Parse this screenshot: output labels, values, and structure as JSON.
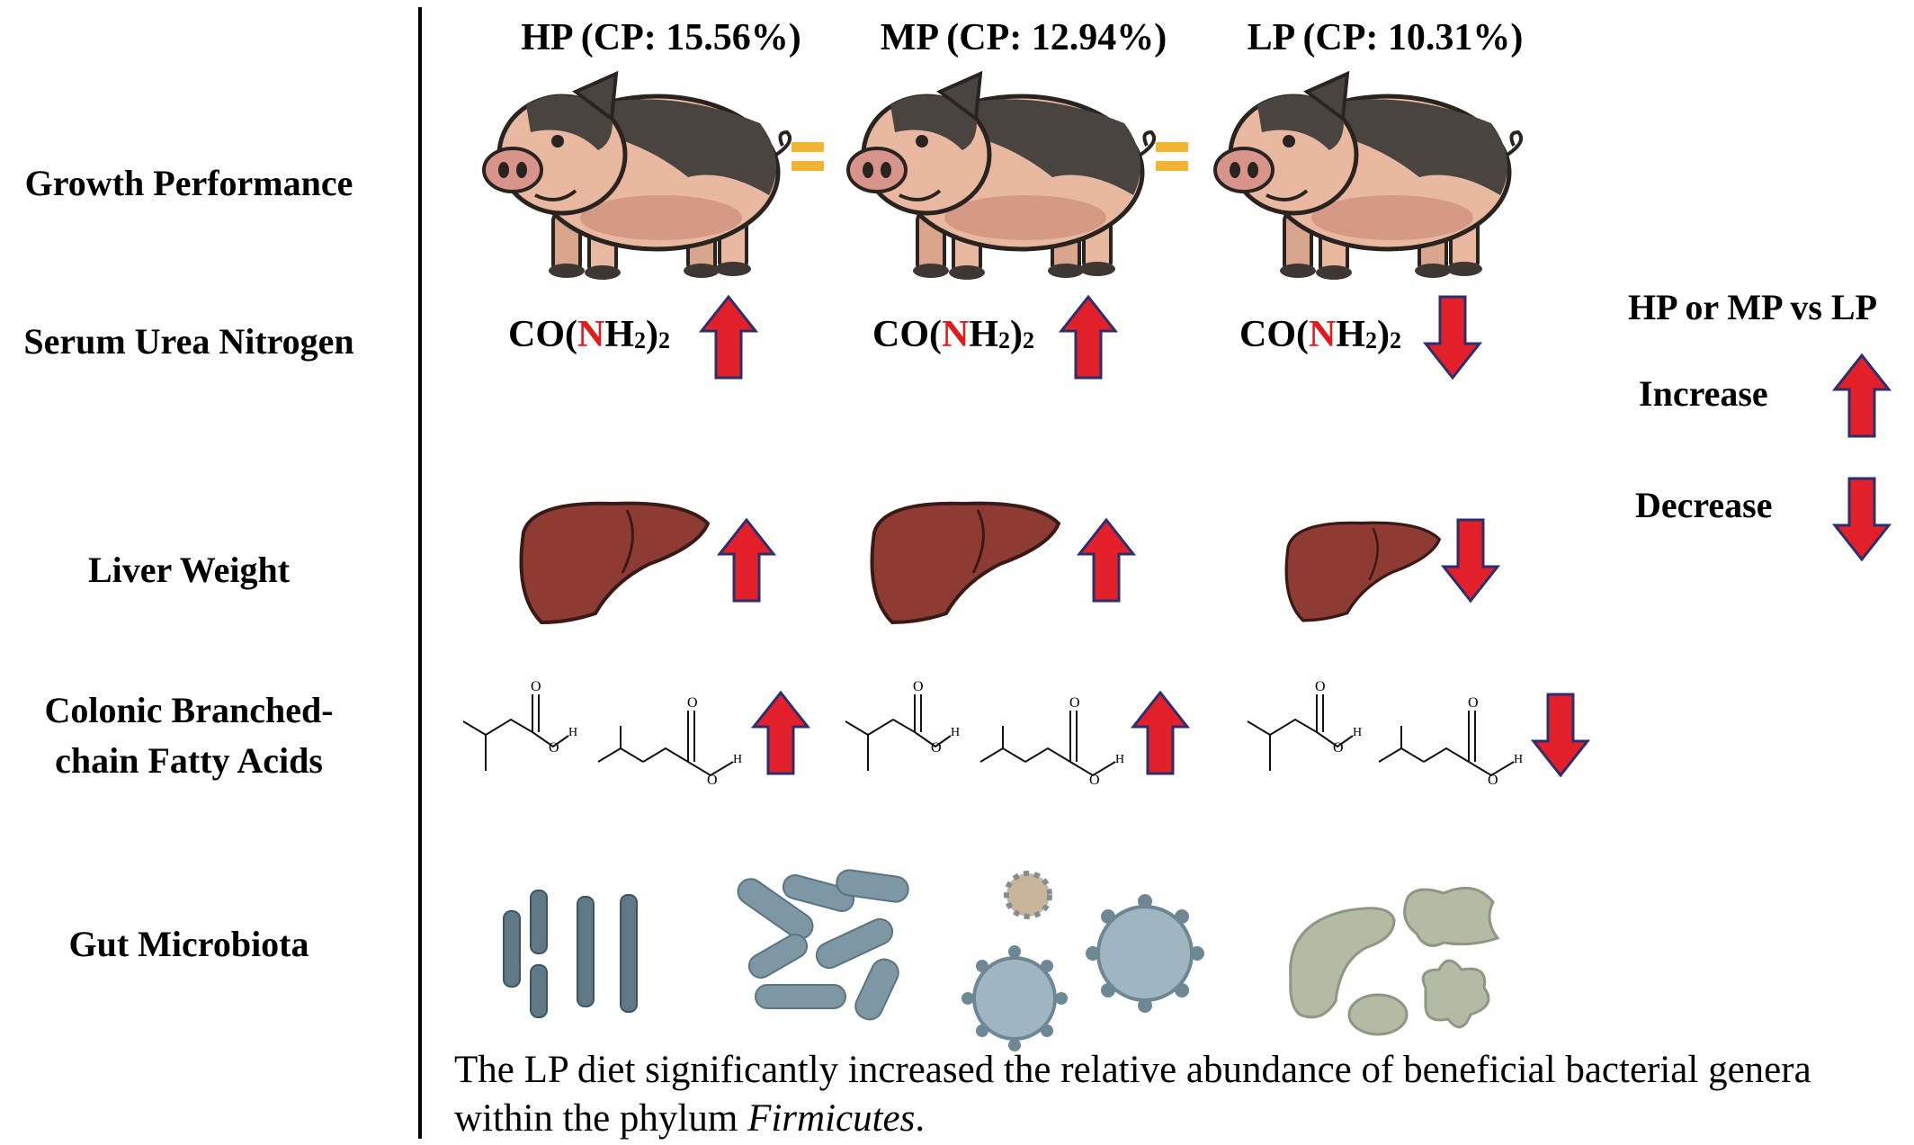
{
  "columns": [
    {
      "label": "HP (CP: 15.56%)"
    },
    {
      "label": "MP (CP: 12.94%)"
    },
    {
      "label": "LP (CP: 10.31%)"
    }
  ],
  "equals_sign": "=",
  "rows": {
    "growth": "Growth Performance",
    "urea": "Serum Urea Nitrogen",
    "liver": "Liver Weight",
    "bcfa_line1": "Colonic Branched-",
    "bcfa_line2": "chain Fatty Acids",
    "microbiota": "Gut Microbiota"
  },
  "formula": {
    "prefix": "CO(",
    "n": "N",
    "h": "H",
    "sub1": "2",
    "close": ")",
    "sub2": "2"
  },
  "molecule_labels": {
    "oxygen": "O",
    "hydroxyl_o": "O",
    "hydrogen": "H"
  },
  "legend": {
    "title": "HP or MP vs LP",
    "increase": "Increase",
    "decrease": "Decrease"
  },
  "directions": {
    "urea": [
      "up",
      "up",
      "down"
    ],
    "liver": [
      "up",
      "up",
      "down"
    ],
    "bcfa": [
      "up",
      "up",
      "down"
    ]
  },
  "footer": {
    "text": "The LP diet significantly increased the relative abundance of beneficial bacterial genera within the phylum ",
    "italic": "Firmicutes",
    "end": "."
  },
  "colors": {
    "arrow_fill": "#e3202a",
    "arrow_outline": "#2a2f6e",
    "equals": "#f2b531",
    "formula_n": "#e01b1b",
    "liver": "#8e3b34",
    "pig_body": "#e8b9a0",
    "pig_patch": "#4a4440"
  }
}
